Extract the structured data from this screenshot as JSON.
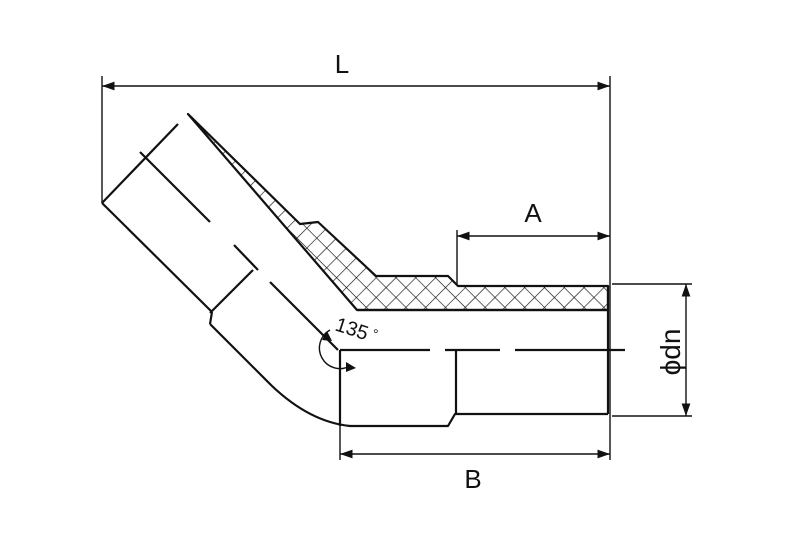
{
  "dimensions": {
    "length": "L",
    "socket_length": "A",
    "outlet_length": "B",
    "diameter": "ϕdn"
  },
  "angle": {
    "value": "135",
    "unit": "°"
  }
}
